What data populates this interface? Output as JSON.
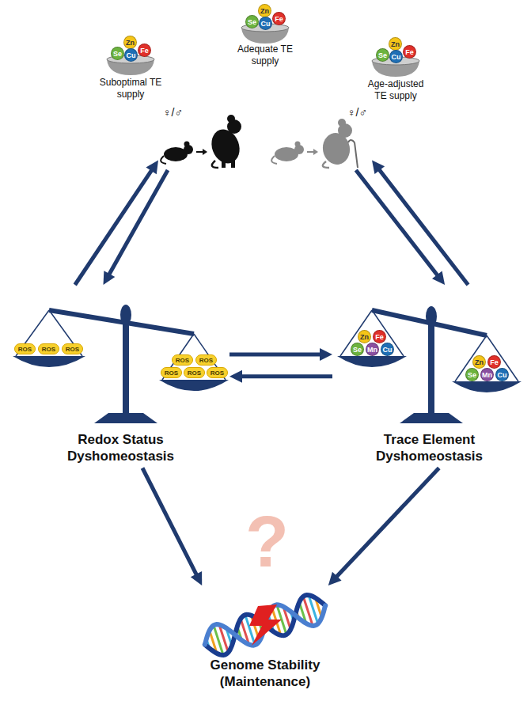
{
  "diagram": {
    "nodes": [
      {
        "text": [
          "Suboptimal TE supply"
        ]
      },
      {
        "text": [
          "Adequate TE supply"
        ]
      },
      {
        "text": [
          "Age-adjusted TE supply"
        ]
      },
      {
        "text": [
          "♀/♂"
        ]
      },
      {
        "text": [
          "♀/♂"
        ]
      },
      {
        "text": [
          "Redox Status Dyshomeostasis"
        ]
      },
      {
        "text": [
          "Trace Element Dyshomeostasis"
        ]
      },
      {
        "text": [
          "Genome Stability (Maintenance)"
        ]
      }
    ],
    "edges": [
      {
        "from": 5,
        "to": 3,
        "arrow": "to"
      },
      {
        "from": 3,
        "to": 5,
        "arrow": "to"
      },
      {
        "from": 4,
        "to": 6,
        "arrow": "to"
      },
      {
        "from": 6,
        "to": 4,
        "arrow": "to"
      },
      {
        "from": 5,
        "to": 6,
        "arrow": "to"
      },
      {
        "from": 6,
        "to": 5,
        "arrow": "to"
      },
      {
        "from": 5,
        "to": 7,
        "arrow": "to"
      },
      {
        "from": 6,
        "to": 7,
        "arrow": "to"
      }
    ],
    "labels": [
      "?",
      "Se",
      "Zn",
      "Cu",
      "Fe",
      "Se",
      "Zn",
      "Cu",
      "Fe",
      "Se",
      "Zn",
      "Cu",
      "Fe",
      "ROS",
      "ROS",
      "ROS",
      "ROS",
      "ROS",
      "ROS",
      "ROS",
      "ROS",
      "Zn",
      "Fe",
      "Se",
      "Mn",
      "Cu",
      "Zn",
      "Fe",
      "Se",
      "Mn",
      "Cu"
    ]
  }
}
